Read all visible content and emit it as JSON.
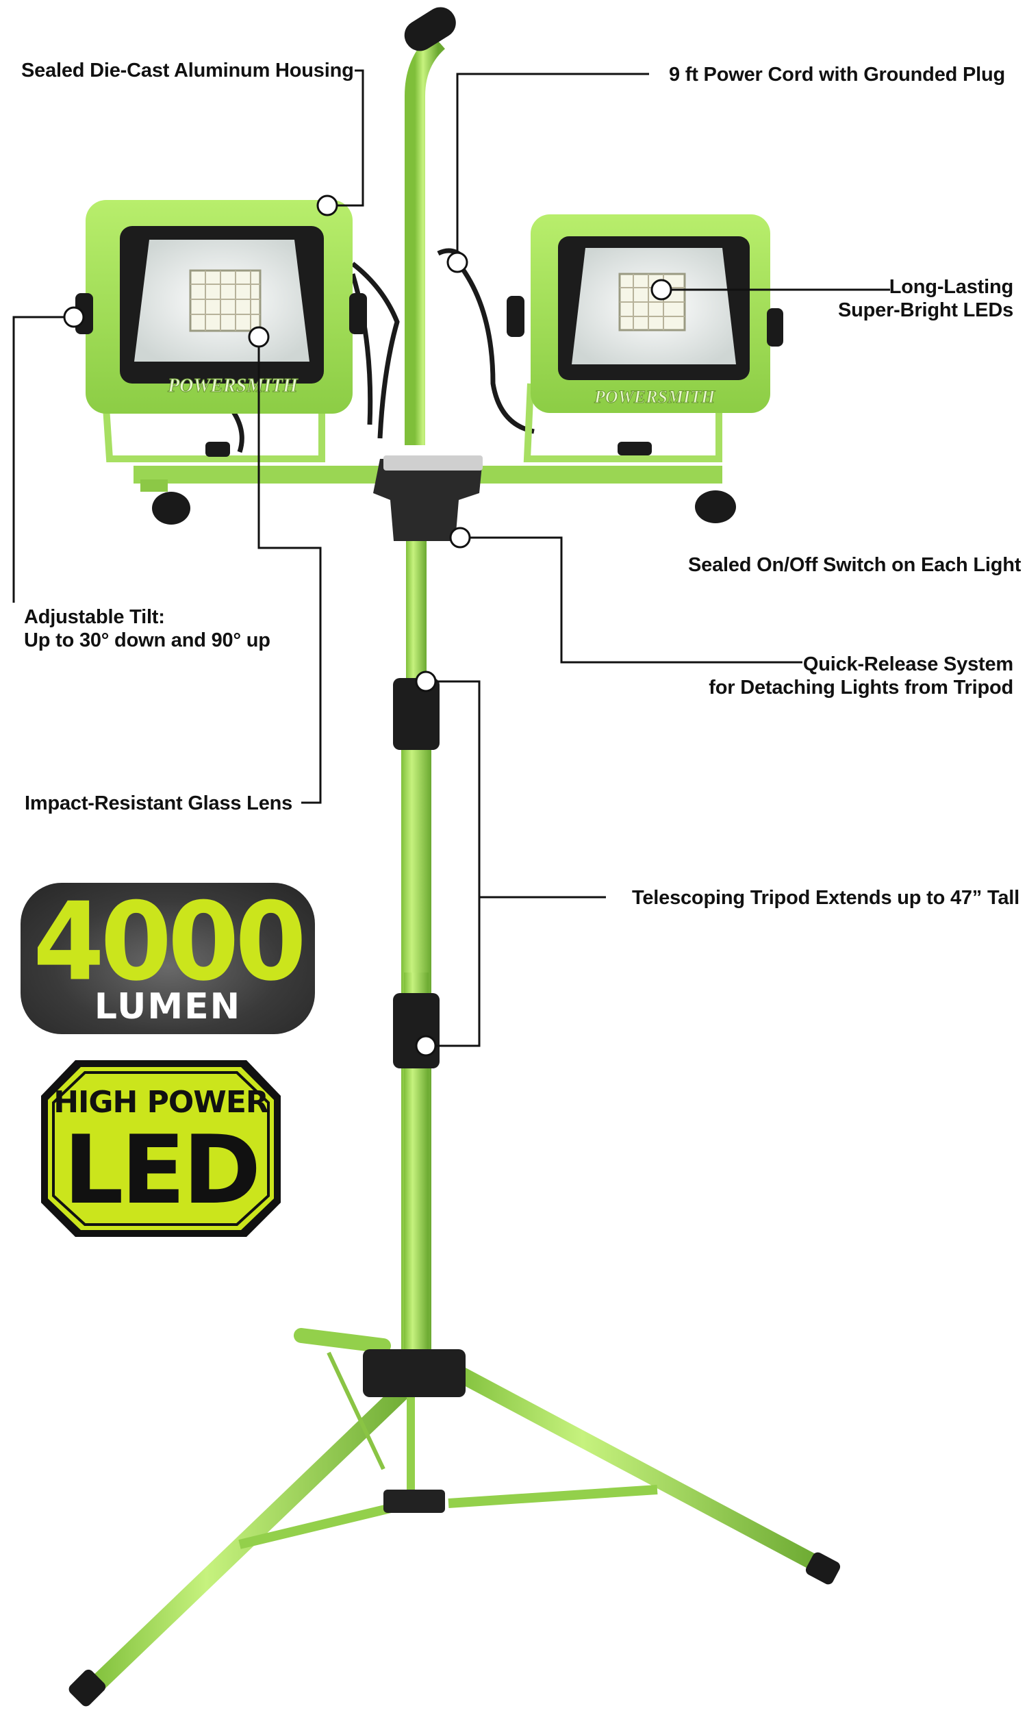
{
  "callouts": {
    "housing": "Sealed Die-Cast Aluminum Housing",
    "power_cord": "9 ft Power Cord with Grounded Plug",
    "leds": [
      "Long-Lasting",
      "Super-Bright LEDs"
    ],
    "tilt": [
      "Adjustable Tilt:",
      "Up to 30° down and 90° up"
    ],
    "switch": "Sealed On/Off Switch on Each Light",
    "quick_release": [
      "Quick-Release System",
      "for Detaching Lights from Tripod"
    ],
    "lens": "Impact-Resistant Glass Lens",
    "tripod": "Telescoping Tripod Extends up to 47” Tall"
  },
  "badges": {
    "lumen_value": "4000",
    "lumen_unit": "LUMEN",
    "led_top": "HIGH POWER",
    "led_big": "LED"
  },
  "brand": "POWERSMITH",
  "colors": {
    "body_green": "#a6e35a",
    "badge_yellow": "#cbe51c",
    "badge_dark": "#333333",
    "text": "#111111"
  }
}
